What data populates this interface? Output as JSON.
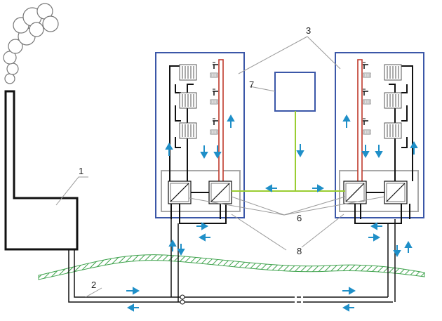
{
  "labels": {
    "boiler_house": "1",
    "main_pipeline": "2",
    "building": "3",
    "heat_exchanger": "6",
    "control_unit": "7",
    "substation": "8"
  },
  "colors": {
    "building_frame": "#3b57a8",
    "substation_frame": "#a8a8a8",
    "riser": "#c0392b",
    "control_line": "#9acd32",
    "flow_arrow": "#1f8fc8",
    "ground": "#3fa34d",
    "pipe": "#111111",
    "leader": "#9a9a9a"
  },
  "icons": [
    "smoke-icon",
    "radiator-icon",
    "tap-icon",
    "heat-exchanger-icon",
    "flow-arrow-icon"
  ]
}
